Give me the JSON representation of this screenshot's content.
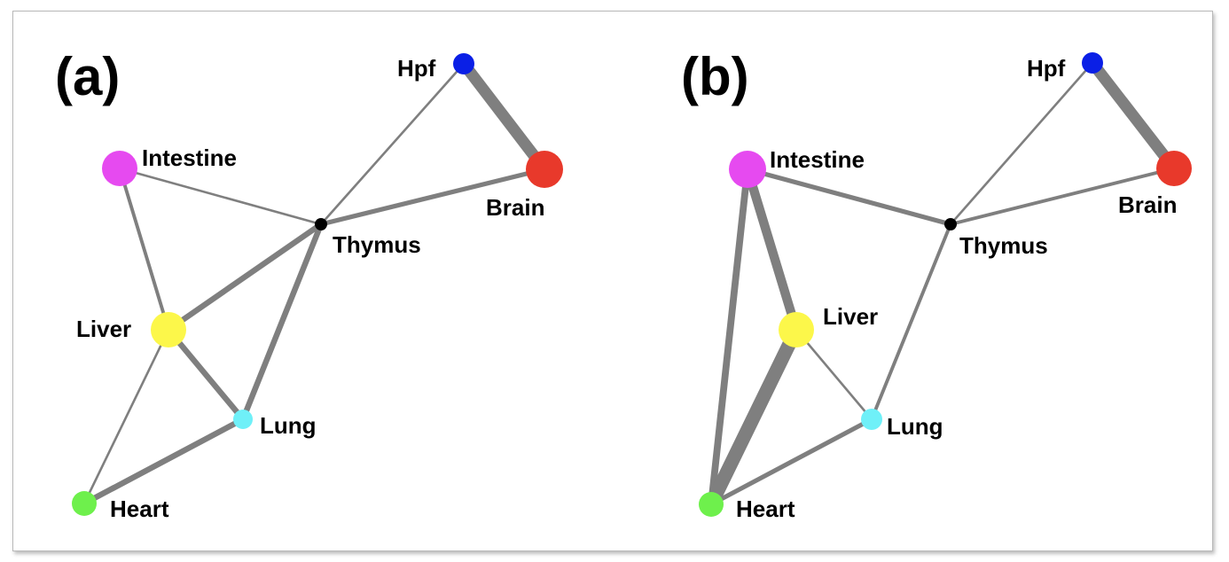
{
  "figure": {
    "panels": [
      {
        "id": "a",
        "label": "(a)",
        "nodes": [
          {
            "id": "hpf",
            "label": "Hpf",
            "color": "#0a1fe6"
          },
          {
            "id": "brain",
            "label": "Brain",
            "color": "#e8392b"
          },
          {
            "id": "intestine",
            "label": "Intestine",
            "color": "#e64af0"
          },
          {
            "id": "thymus",
            "label": "Thymus",
            "color": "#000000"
          },
          {
            "id": "liver",
            "label": "Liver",
            "color": "#fcf74a"
          },
          {
            "id": "lung",
            "label": "Lung",
            "color": "#6ff0f8"
          },
          {
            "id": "heart",
            "label": "Heart",
            "color": "#6ef04c"
          }
        ],
        "edges": [
          {
            "source": "hpf",
            "target": "brain",
            "weight": 5
          },
          {
            "source": "hpf",
            "target": "thymus",
            "weight": 1
          },
          {
            "source": "thymus",
            "target": "brain",
            "weight": 2
          },
          {
            "source": "intestine",
            "target": "thymus",
            "weight": 1
          },
          {
            "source": "intestine",
            "target": "liver",
            "weight": 1.5
          },
          {
            "source": "liver",
            "target": "thymus",
            "weight": 2.5
          },
          {
            "source": "thymus",
            "target": "lung",
            "weight": 2.5
          },
          {
            "source": "liver",
            "target": "lung",
            "weight": 2.5
          },
          {
            "source": "liver",
            "target": "heart",
            "weight": 1
          },
          {
            "source": "heart",
            "target": "lung",
            "weight": 2.5
          }
        ]
      },
      {
        "id": "b",
        "label": "(b)",
        "nodes": [
          {
            "id": "hpf",
            "label": "Hpf",
            "color": "#0a1fe6"
          },
          {
            "id": "brain",
            "label": "Brain",
            "color": "#e8392b"
          },
          {
            "id": "intestine",
            "label": "Intestine",
            "color": "#e64af0"
          },
          {
            "id": "thymus",
            "label": "Thymus",
            "color": "#000000"
          },
          {
            "id": "liver",
            "label": "Liver",
            "color": "#fcf74a"
          },
          {
            "id": "lung",
            "label": "Lung",
            "color": "#6ff0f8"
          },
          {
            "id": "heart",
            "label": "Heart",
            "color": "#6ef04c"
          }
        ],
        "edges": [
          {
            "source": "hpf",
            "target": "brain",
            "weight": 5
          },
          {
            "source": "hpf",
            "target": "thymus",
            "weight": 1
          },
          {
            "source": "thymus",
            "target": "brain",
            "weight": 1.5
          },
          {
            "source": "intestine",
            "target": "thymus",
            "weight": 2
          },
          {
            "source": "intestine",
            "target": "liver",
            "weight": 4
          },
          {
            "source": "intestine",
            "target": "heart",
            "weight": 3
          },
          {
            "source": "liver",
            "target": "heart",
            "weight": 6
          },
          {
            "source": "liver",
            "target": "lung",
            "weight": 1
          },
          {
            "source": "thymus",
            "target": "lung",
            "weight": 1.5
          },
          {
            "source": "heart",
            "target": "lung",
            "weight": 2
          }
        ]
      }
    ]
  }
}
